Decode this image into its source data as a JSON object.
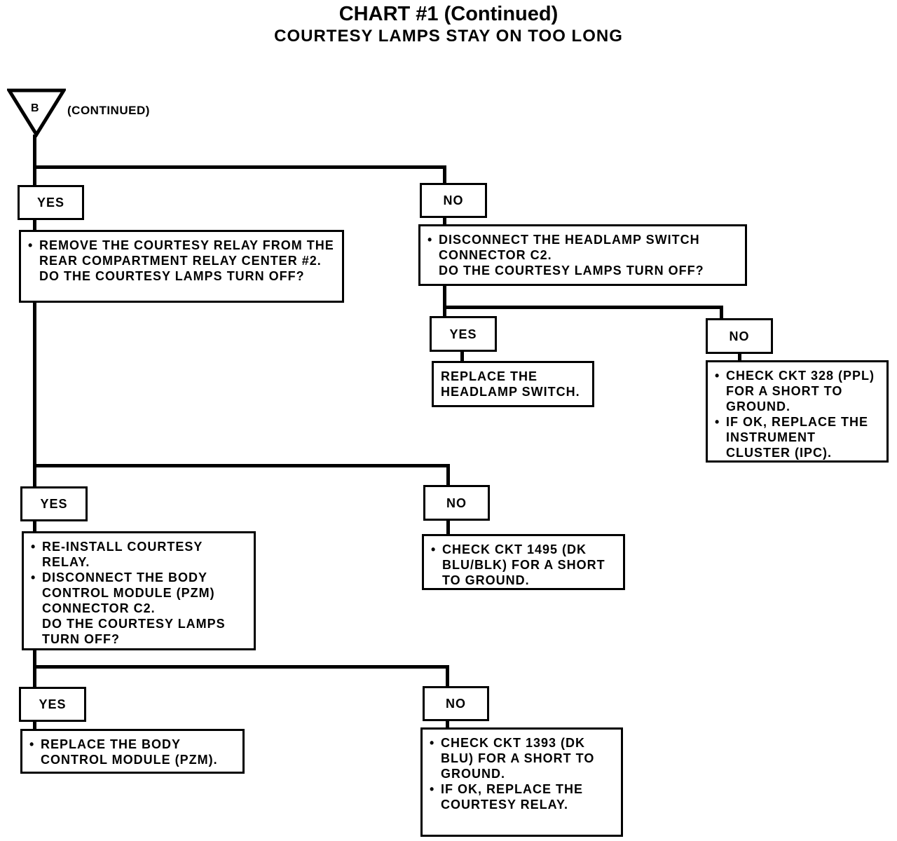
{
  "title": "CHART #1 (Continued)",
  "subtitle": "COURTESY LAMPS STAY ON TOO LONG",
  "connector": {
    "label": "B",
    "note": "(CONTINUED)"
  },
  "answers": {
    "yes": "YES",
    "no": "NO"
  },
  "step1": {
    "items": [
      "REMOVE THE COURTESY RELAY FROM THE REAR COMPARTMENT RELAY CENTER #2."
    ],
    "question": "DO THE COURTESY LAMPS TURN OFF?"
  },
  "step1_no": {
    "items": [
      "DISCONNECT THE HEADLAMP SWITCH CONNECTOR C2."
    ],
    "question": "DO THE COURTESY LAMPS TURN OFF?"
  },
  "step1_no_yes": {
    "text": "REPLACE THE HEADLAMP SWITCH."
  },
  "step1_no_no": {
    "items": [
      "CHECK CKT 328 (PPL) FOR A SHORT TO GROUND.",
      "IF OK, REPLACE THE INSTRUMENT CLUSTER (IPC)."
    ]
  },
  "step2": {
    "items": [
      "RE-INSTALL COURTESY RELAY.",
      "DISCONNECT THE BODY CONTROL MODULE (PZM) CONNECTOR C2."
    ],
    "question": "DO THE COURTESY LAMPS TURN OFF?"
  },
  "step2_no": {
    "items": [
      "CHECK CKT 1495 (DK BLU/BLK) FOR A SHORT TO GROUND."
    ]
  },
  "step3_yes": {
    "items": [
      "REPLACE THE BODY CONTROL MODULE (PZM)."
    ]
  },
  "step3_no": {
    "items": [
      "CHECK CKT 1393 (DK BLU) FOR A SHORT TO GROUND.",
      "IF OK, REPLACE THE COURTESY RELAY."
    ]
  }
}
